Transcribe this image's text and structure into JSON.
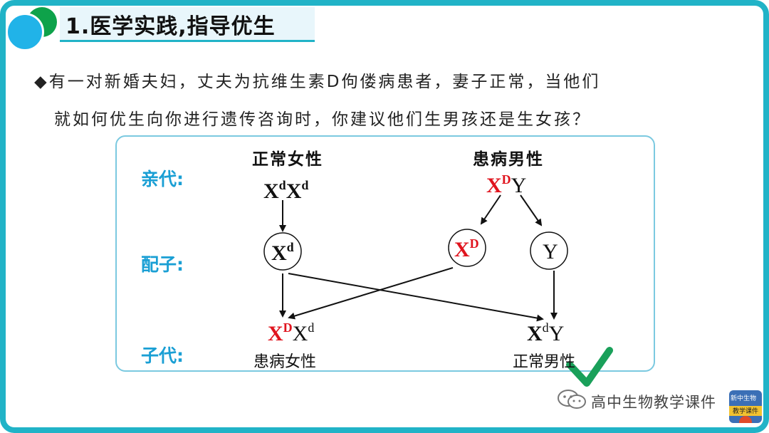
{
  "title": "1.医学实践,指导优生",
  "question": {
    "bullet": "◆",
    "line1": "有一对新婚夫妇，丈夫为抗维生素D佝偻病患者，妻子正常，当他们",
    "line2": "就如何优生向你进行遗传咨询时，你建议他们生男孩还是生女孩？"
  },
  "labels": {
    "parents": "亲代:",
    "gametes": "配子:",
    "offspring": "子代:"
  },
  "headers": {
    "female": "正常女性",
    "male": "患病男性"
  },
  "genotypes": {
    "mother": {
      "x1": "X",
      "s1": "d",
      "x2": "X",
      "s2": "d"
    },
    "father": {
      "x1": "X",
      "s1": "D",
      "y": "Y"
    },
    "gamete_mother": {
      "x": "X",
      "s": "d"
    },
    "gamete_father_x": {
      "x": "X",
      "s": "D"
    },
    "gamete_father_y": {
      "y": "Y"
    },
    "child_female": {
      "x1": "X",
      "s1": "D",
      "x2": "X",
      "s2": "d"
    },
    "child_male": {
      "x": "X",
      "s": "d",
      "y": "Y"
    }
  },
  "phenotypes": {
    "child_female": "患病女性",
    "child_male": "正常男性"
  },
  "watermark": "高中生物教学课件",
  "logo": {
    "line1": "新中生物",
    "line2": "教学课件"
  },
  "colors": {
    "frame": "#21b3c7",
    "label_blue": "#1a9fd4",
    "dominant_red": "#e0141e",
    "check_green": "#1aa05a"
  }
}
